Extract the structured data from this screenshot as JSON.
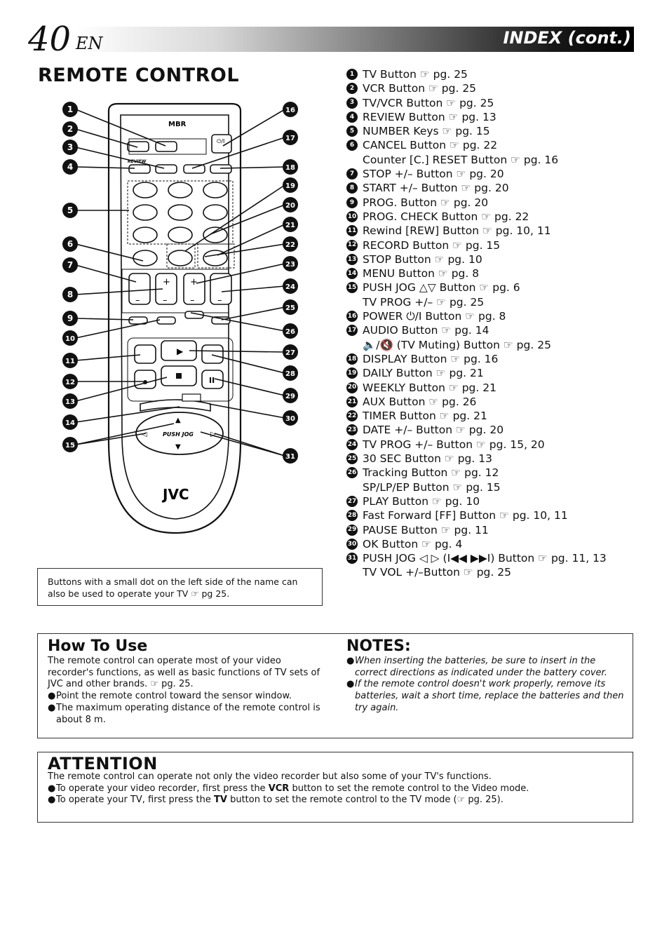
{
  "header": {
    "page_number": "40",
    "lang": "EN",
    "title": "INDEX (cont.)"
  },
  "section_title": "REMOTE CONTROL",
  "remote": {
    "brand_top": "MBR",
    "brand_logo": "JVC",
    "push_jog_label": "PUSH JOG",
    "review_label": "REVIEW",
    "callouts_left": [
      "1",
      "2",
      "3",
      "4",
      "5",
      "6",
      "7",
      "8",
      "9",
      "10",
      "11",
      "12",
      "13",
      "14",
      "15"
    ],
    "callouts_right": [
      "16",
      "17",
      "18",
      "19",
      "20",
      "21",
      "22",
      "23",
      "24",
      "25",
      "26",
      "27",
      "28",
      "29",
      "30",
      "31"
    ]
  },
  "index": [
    {
      "n": "1",
      "lines": [
        "TV Button ☞ pg. 25"
      ]
    },
    {
      "n": "2",
      "lines": [
        "VCR Button ☞ pg. 25"
      ]
    },
    {
      "n": "3",
      "lines": [
        "TV/VCR Button ☞ pg. 25"
      ]
    },
    {
      "n": "4",
      "lines": [
        "REVIEW Button ☞ pg. 13"
      ]
    },
    {
      "n": "5",
      "lines": [
        "NUMBER Keys ☞ pg. 15"
      ]
    },
    {
      "n": "6",
      "lines": [
        "CANCEL Button ☞ pg. 22",
        "Counter [C.] RESET Button ☞ pg. 16"
      ]
    },
    {
      "n": "7",
      "lines": [
        "STOP +/– Button ☞ pg. 20"
      ]
    },
    {
      "n": "8",
      "lines": [
        "START +/– Button ☞ pg. 20"
      ]
    },
    {
      "n": "9",
      "lines": [
        "PROG. Button ☞ pg. 20"
      ]
    },
    {
      "n": "10",
      "lines": [
        "PROG. CHECK Button ☞ pg. 22"
      ]
    },
    {
      "n": "11",
      "lines": [
        "Rewind [REW] Button ☞ pg. 10, 11"
      ]
    },
    {
      "n": "12",
      "lines": [
        "RECORD Button ☞ pg. 15"
      ]
    },
    {
      "n": "13",
      "lines": [
        "STOP Button ☞ pg. 10"
      ]
    },
    {
      "n": "14",
      "lines": [
        "MENU Button ☞ pg. 8"
      ]
    },
    {
      "n": "15",
      "lines": [
        "PUSH JOG △▽ Button ☞ pg. 6",
        "TV PROG +/– ☞ pg. 25"
      ]
    },
    {
      "n": "16",
      "lines": [
        "POWER ⏻/I Button ☞ pg. 8"
      ]
    },
    {
      "n": "17",
      "lines": [
        "AUDIO Button ☞ pg. 14",
        "🔈/🔇 (TV Muting) Button ☞ pg. 25"
      ]
    },
    {
      "n": "18",
      "lines": [
        "DISPLAY Button ☞ pg. 16"
      ]
    },
    {
      "n": "19",
      "lines": [
        "DAILY Button ☞ pg. 21"
      ]
    },
    {
      "n": "20",
      "lines": [
        "WEEKLY Button ☞ pg. 21"
      ]
    },
    {
      "n": "21",
      "lines": [
        "AUX Button ☞ pg. 26"
      ]
    },
    {
      "n": "22",
      "lines": [
        "TIMER Button ☞ pg. 21"
      ]
    },
    {
      "n": "23",
      "lines": [
        "DATE +/– Button ☞ pg. 20"
      ]
    },
    {
      "n": "24",
      "lines": [
        "TV PROG +/– Button ☞ pg. 15, 20"
      ]
    },
    {
      "n": "25",
      "lines": [
        "30 SEC Button ☞ pg. 13"
      ]
    },
    {
      "n": "26",
      "lines": [
        "Tracking Button ☞ pg. 12",
        "SP/LP/EP Button ☞ pg. 15"
      ]
    },
    {
      "n": "27",
      "lines": [
        "PLAY Button ☞ pg. 10"
      ]
    },
    {
      "n": "28",
      "lines": [
        "Fast Forward [FF] Button ☞ pg. 10, 11"
      ]
    },
    {
      "n": "29",
      "lines": [
        "PAUSE Button ☞ pg. 11"
      ]
    },
    {
      "n": "30",
      "lines": [
        "OK Button ☞ pg. 4"
      ]
    },
    {
      "n": "31",
      "lines": [
        "PUSH JOG ◁ ▷ (I◀◀ ▶▶I) Button ☞ pg. 11, 13",
        "TV VOL +/–Button ☞ pg. 25"
      ]
    }
  ],
  "note": "Buttons with a small dot on the left side of the name can also be used to operate your TV ☞ pg 25.",
  "how_to_use": {
    "title": "How To Use",
    "intro": "The remote control can operate most of your video recorder's functions, as well as basic functions of TV sets of JVC and other brands. ☞ pg. 25.",
    "bullets": [
      "Point the remote control toward the sensor window.",
      "The maximum operating distance of the remote control is about 8 m."
    ]
  },
  "notes": {
    "title": "NOTES:",
    "bullets": [
      "When inserting the batteries, be sure to insert in the correct directions as indicated under the battery cover.",
      "If the remote control doesn't work properly, remove its batteries, wait a short time, replace the batteries and then try again."
    ]
  },
  "attention": {
    "title": "ATTENTION",
    "intro": "The remote control can operate not only the video recorder but also some of your TV's functions.",
    "b1_pre": "To operate your video recorder, first press the ",
    "b1_key": "VCR",
    "b1_post": " button to set the remote control to the Video mode.",
    "b2_pre": "To operate your TV, first press the ",
    "b2_key": "TV",
    "b2_post": " button to set the remote control to the TV mode (☞ pg. 25)."
  }
}
